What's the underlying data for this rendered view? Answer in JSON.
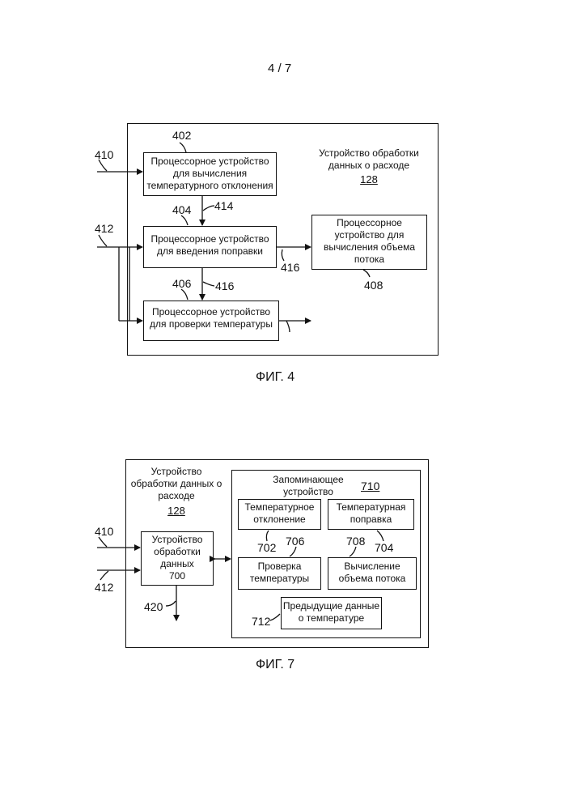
{
  "page_number": "4 / 7",
  "fig4": {
    "caption": "ФИГ. 4",
    "title_line1": "Устройство обработки",
    "title_line2": "данных о расходе",
    "title_ref": "128",
    "box402": {
      "ref": "402",
      "l1": "Процессорное устройство",
      "l2": "для вычисления",
      "l3": "температурного отклонения"
    },
    "box404": {
      "ref": "404",
      "l1": "Процессорное устройство",
      "l2": "для введения поправки"
    },
    "box406": {
      "ref": "406",
      "l1": "Процессорное устройство",
      "l2": "для проверки температуры"
    },
    "box408": {
      "ref": "408",
      "l1": "Процессорное",
      "l2": "устройство для",
      "l3": "вычисления объема",
      "l4": "потока"
    },
    "in410": "410",
    "in412": "412",
    "line414": "414",
    "line416a": "416",
    "line416b": "416"
  },
  "fig7": {
    "caption": "ФИГ. 7",
    "title_line1": "Устройство",
    "title_line2": "обработки данных о",
    "title_line3": "расходе",
    "title_ref": "128",
    "proc": {
      "l1": "Устройство",
      "l2": "обработки",
      "l3": "данных",
      "ref": "700"
    },
    "memory": {
      "l1": "Запоминающее",
      "l2": "устройство",
      "ref": "710"
    },
    "box702": {
      "ref": "702",
      "l1": "Температурное",
      "l2": "отклонение"
    },
    "box704": {
      "ref": "704",
      "l1": "Температурная",
      "l2": "поправка"
    },
    "box706": {
      "ref": "706",
      "l1": "Проверка",
      "l2": "температуры"
    },
    "box708": {
      "ref": "708",
      "l1": "Вычисление",
      "l2": "объема потока"
    },
    "box712": {
      "ref": "712",
      "l1": "Предыдущие данные",
      "l2": "о температуре"
    },
    "in410": "410",
    "in412": "412",
    "out420": "420"
  }
}
